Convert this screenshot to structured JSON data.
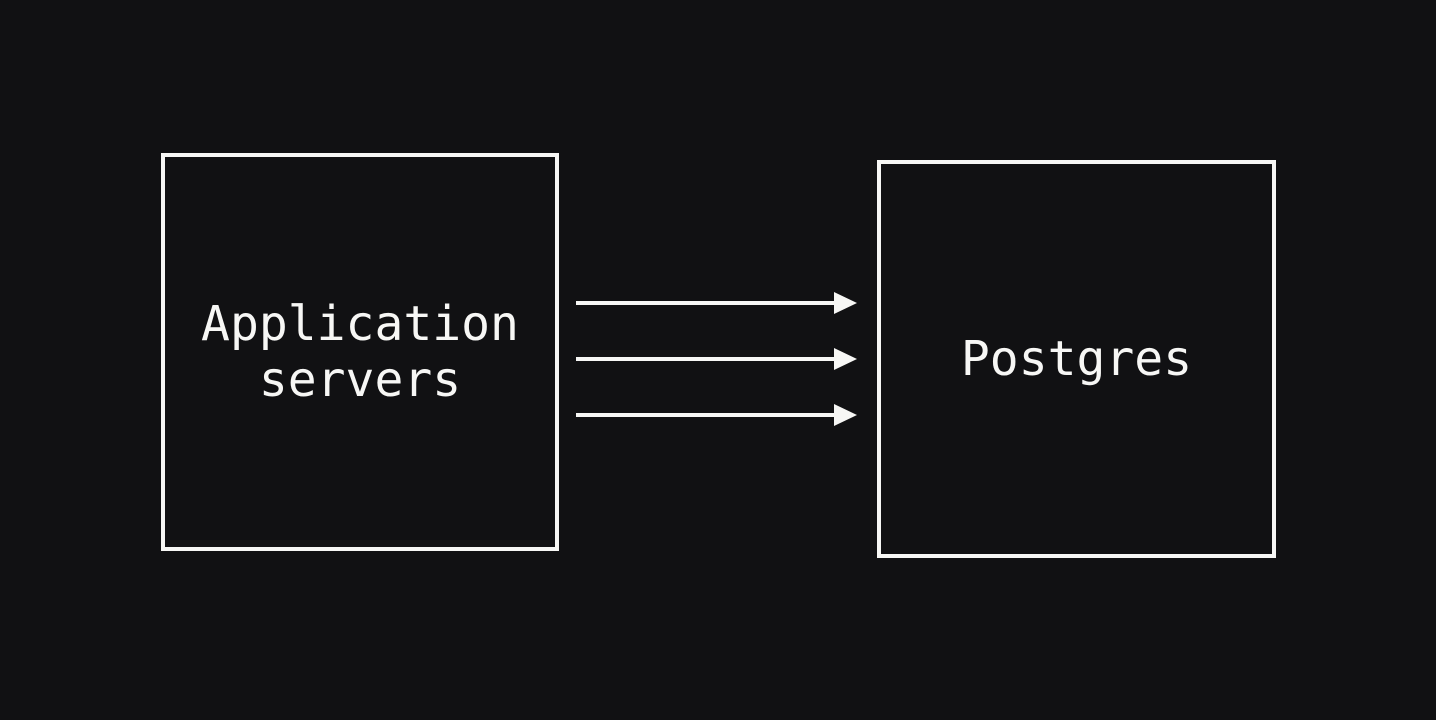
{
  "diagram": {
    "background_color": "#111113",
    "stroke_color": "#f7f7f5",
    "text_color": "#f7f7f5",
    "nodes": [
      {
        "id": "app-servers",
        "label": "Application servers",
        "shape": "rectangle"
      },
      {
        "id": "postgres",
        "label": "Postgres",
        "shape": "rectangle"
      }
    ],
    "edges": [
      {
        "from": "app-servers",
        "to": "postgres",
        "style": "arrow"
      },
      {
        "from": "app-servers",
        "to": "postgres",
        "style": "arrow"
      },
      {
        "from": "app-servers",
        "to": "postgres",
        "style": "arrow"
      }
    ],
    "edge_count": 3
  }
}
